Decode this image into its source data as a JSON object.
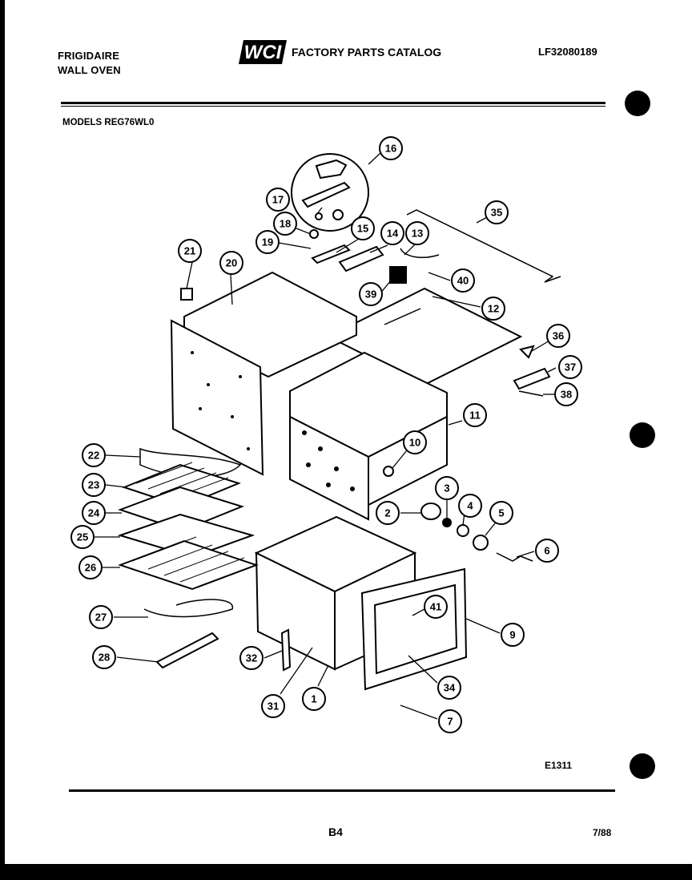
{
  "header": {
    "brand_line1": "FRIGIDAIRE",
    "brand_line2": "WALL OVEN",
    "logo_text": "WCI",
    "catalog_title": "FACTORY PARTS CATALOG",
    "part_number": "LF32080189",
    "models": "MODELS REG76WL0"
  },
  "footer": {
    "figure_ref": "E1311",
    "page": "B4",
    "date": "7/88"
  },
  "callouts": [
    {
      "n": "1"
    },
    {
      "n": "2"
    },
    {
      "n": "3"
    },
    {
      "n": "4"
    },
    {
      "n": "5"
    },
    {
      "n": "6"
    },
    {
      "n": "7"
    },
    {
      "n": "9"
    },
    {
      "n": "10"
    },
    {
      "n": "11"
    },
    {
      "n": "12"
    },
    {
      "n": "13"
    },
    {
      "n": "14"
    },
    {
      "n": "15"
    },
    {
      "n": "16"
    },
    {
      "n": "17"
    },
    {
      "n": "18"
    },
    {
      "n": "19"
    },
    {
      "n": "20"
    },
    {
      "n": "21"
    },
    {
      "n": "22"
    },
    {
      "n": "23"
    },
    {
      "n": "24"
    },
    {
      "n": "25"
    },
    {
      "n": "26"
    },
    {
      "n": "27"
    },
    {
      "n": "28"
    },
    {
      "n": "31"
    },
    {
      "n": "32"
    },
    {
      "n": "34"
    },
    {
      "n": "35"
    },
    {
      "n": "35"
    },
    {
      "n": "36"
    },
    {
      "n": "37"
    },
    {
      "n": "38"
    },
    {
      "n": "39"
    },
    {
      "n": "40"
    },
    {
      "n": "41"
    }
  ],
  "colors": {
    "ink": "#000000",
    "paper": "#ffffff"
  }
}
